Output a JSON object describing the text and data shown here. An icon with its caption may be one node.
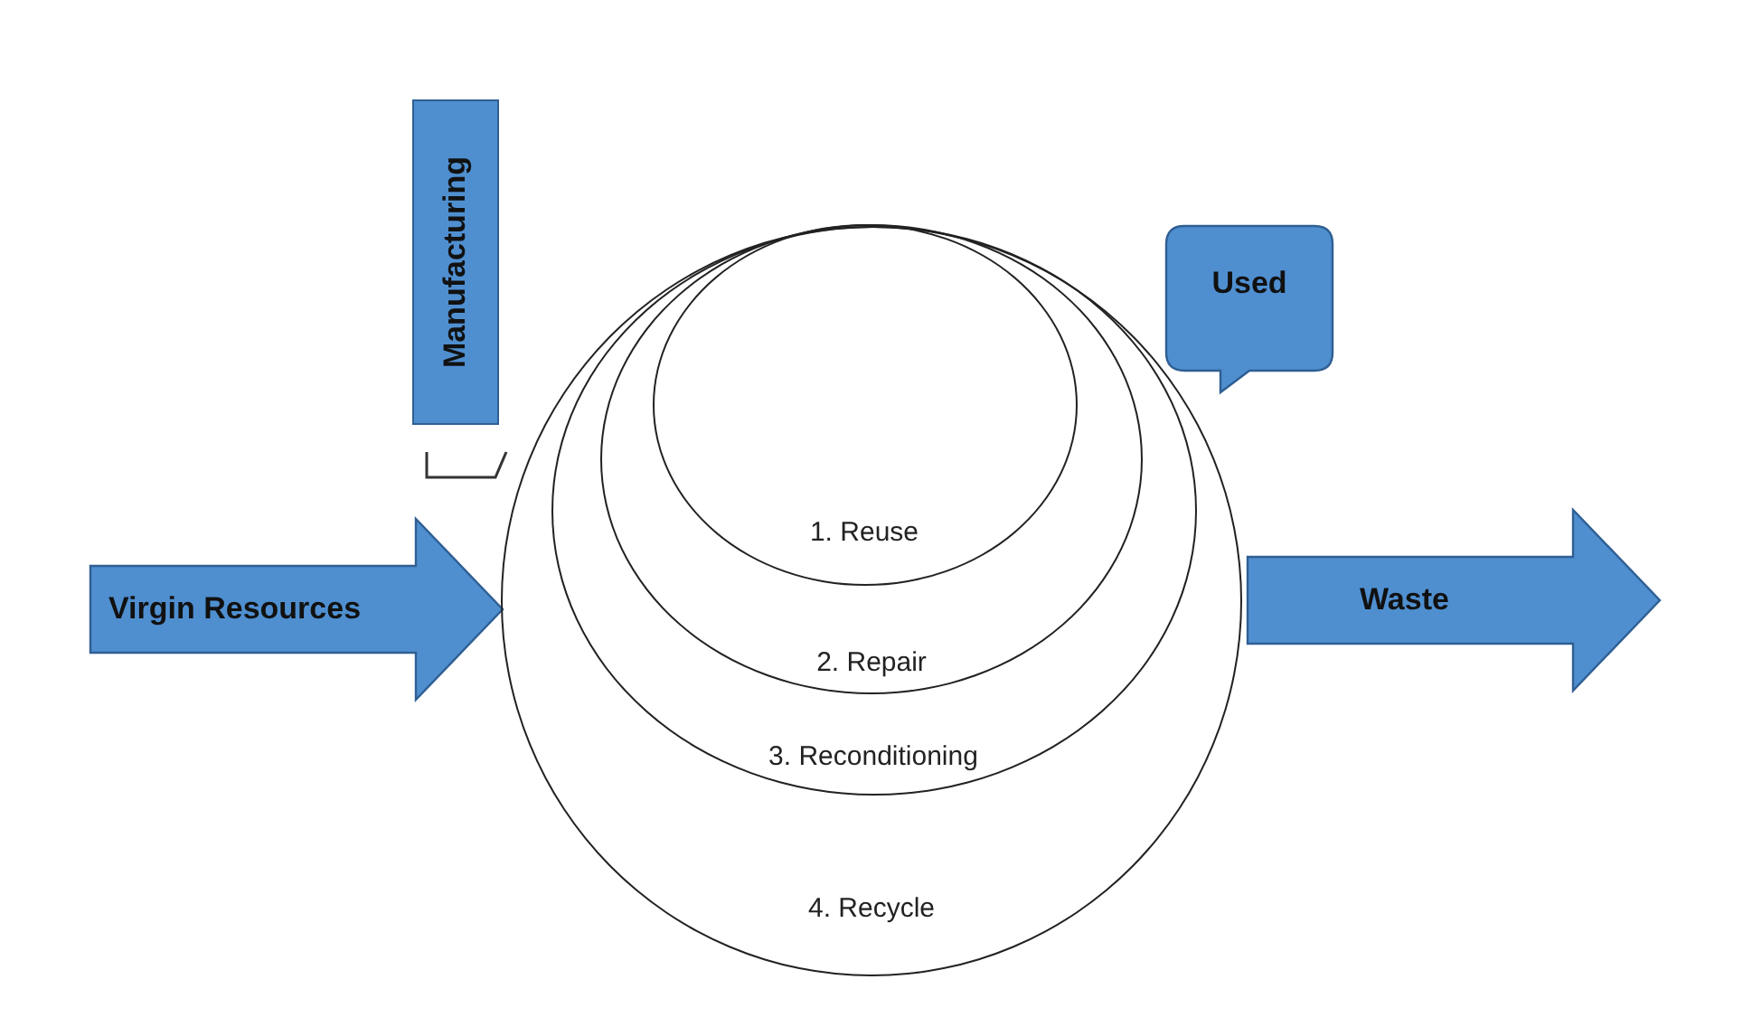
{
  "diagram": {
    "nodes": [
      {
        "text": [
          "Manufacturing"
        ]
      },
      {
        "text": [
          "Used"
        ]
      },
      {
        "text": [
          "Virgin Resources"
        ]
      },
      {
        "text": [
          "4. Recycle"
        ]
      },
      {
        "text": [
          "3. Reconditioning"
        ],
        "in": 3
      },
      {
        "text": [
          "2. Repair"
        ],
        "in": 4
      },
      {
        "text": [
          "1. Reuse"
        ],
        "in": 5
      },
      {
        "text": [
          "Waste"
        ]
      }
    ],
    "edges": []
  }
}
